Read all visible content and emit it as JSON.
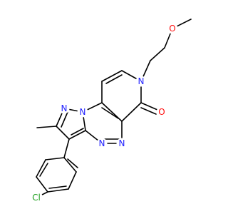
{
  "colors": {
    "bond": "#000000",
    "background": "#ffffff",
    "N": "#1f1fff",
    "O": "#ff0d0d",
    "Cl": "#1fa01f"
  },
  "atom_labels": {
    "n_pyrazole_1": "N",
    "n_pyrazole_2": "N",
    "n_triazine_1": "N",
    "n_triazine_2": "N",
    "n_pyridinone": "N",
    "o_carbonyl": "O",
    "o_ether": "O",
    "cl_substituent": "Cl"
  }
}
